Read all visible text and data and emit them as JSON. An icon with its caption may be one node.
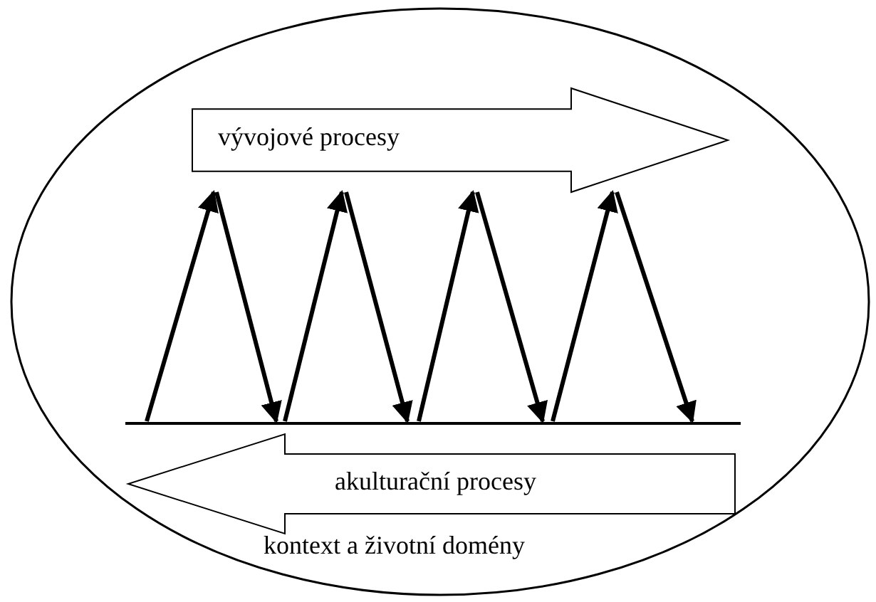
{
  "diagram": {
    "nodes": [
      {
        "text": [
          "kontext a životní domény"
        ]
      },
      {
        "text": [
          "vývojové procesy"
        ],
        "in": 0
      },
      {
        "text": [
          "akulturační procesy"
        ],
        "in": 0
      },
      {
        "text": [],
        "shape": "bar",
        "in": 0
      }
    ],
    "edges": [
      {
        "from": 3,
        "to": 1,
        "arrow": "to"
      },
      {
        "from": 1,
        "to": 3,
        "arrow": "to"
      },
      {
        "from": 3,
        "to": 1,
        "arrow": "to"
      },
      {
        "from": 1,
        "to": 3,
        "arrow": "to"
      },
      {
        "from": 3,
        "to": 1,
        "arrow": "to"
      },
      {
        "from": 1,
        "to": 3,
        "arrow": "to"
      },
      {
        "from": 3,
        "to": 1,
        "arrow": "to"
      },
      {
        "from": 1,
        "to": 3,
        "arrow": "to"
      }
    ]
  }
}
